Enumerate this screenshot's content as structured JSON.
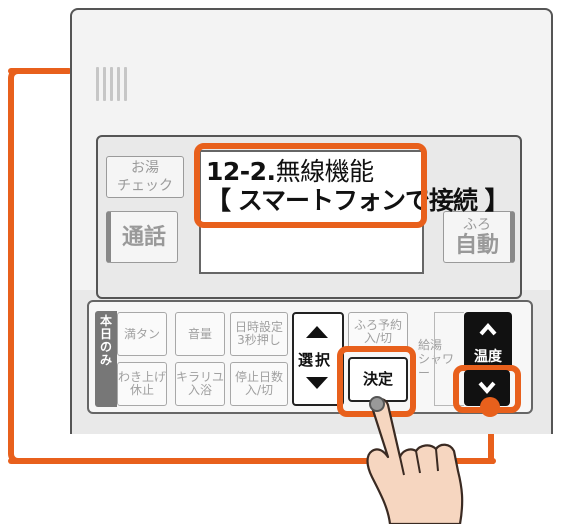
{
  "display": {
    "line1_prefix": "12-2.",
    "line1_text": "無線機能",
    "line2_text": "【 スマートフォンで接続 】"
  },
  "buttons_upper": {
    "hot_water_check_l1": "お湯",
    "hot_water_check_l2": "チェック",
    "call": "通話",
    "auto_bath_l1": "ふろ",
    "auto_bath_l2": "自動"
  },
  "sidebar_label": [
    "本",
    "日",
    "の",
    "み"
  ],
  "buttons_lower": {
    "full_tank": "満タン",
    "volume": "音量",
    "date_time_l1": "日時設定",
    "date_time_l2": "3秒押し",
    "select": "選択",
    "bath_reserve_l1": "ふろ予約",
    "bath_reserve_l2": "入/切",
    "reheat_stop_l1": "わき上げ",
    "reheat_stop_l2": "休止",
    "clean_bath_l1": "キラリユ",
    "clean_bath_l2": "入浴",
    "stop_days_l1": "停止日数",
    "stop_days_l2": "入/切",
    "decide": "決定",
    "shower_l1": "給湯",
    "shower_l2": "シャワー",
    "temperature": "温度"
  },
  "colors": {
    "highlight": "#e8601c"
  },
  "icons": [
    "up-arrow-icon",
    "down-arrow-icon",
    "chevron-up-icon",
    "chevron-down-icon",
    "pointing-hand-icon"
  ]
}
